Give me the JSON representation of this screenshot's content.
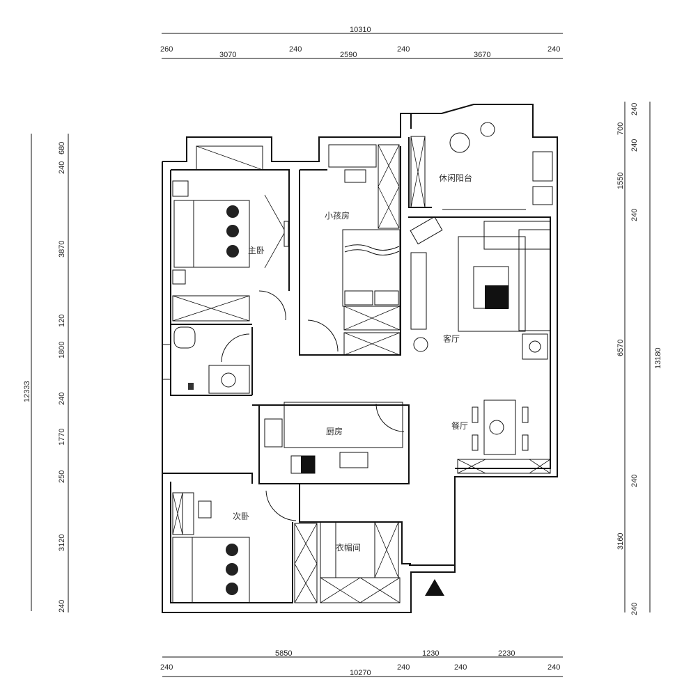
{
  "dimensions": {
    "top_total": "10310",
    "top_segments": [
      "260",
      "3070",
      "240",
      "2590",
      "240",
      "3670",
      "240"
    ],
    "bottom_segments": [
      "5850",
      "1230",
      "2230"
    ],
    "bottom_walls": [
      "240",
      "240",
      "240",
      "240"
    ],
    "bottom_total": "10270",
    "left_total": "12333",
    "left_segments": [
      "240",
      "680",
      "3870",
      "120",
      "1800",
      "240",
      "1770",
      "250",
      "3120",
      "240"
    ],
    "right_inner": [
      "240",
      "700",
      "240",
      "1550",
      "240",
      "6570",
      "240",
      "3160",
      "240"
    ],
    "right_total": "13180"
  },
  "rooms": {
    "master_bedroom": "主卧",
    "kids_room": "小孩房",
    "leisure_balcony": "休闲阳台",
    "living_room": "客厅",
    "dining_room": "餐厅",
    "kitchen": "厨房",
    "second_bedroom": "次卧",
    "cloakroom": "衣帽间"
  }
}
